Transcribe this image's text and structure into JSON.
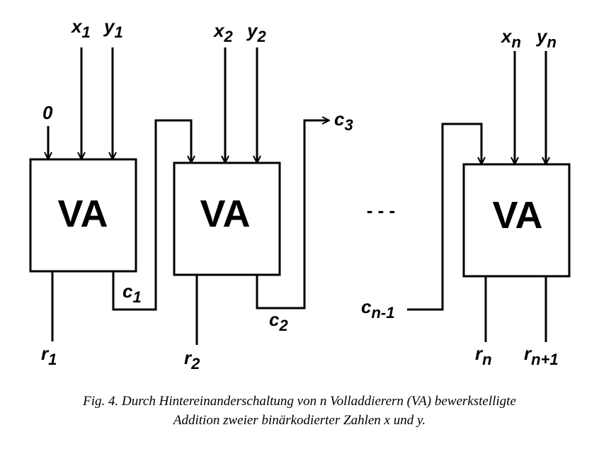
{
  "diagram": {
    "adders": [
      {
        "label": "VA",
        "x": "x",
        "x_sub": "1",
        "y": "y",
        "y_sub": "1",
        "r": "r",
        "r_sub": "1"
      },
      {
        "label": "VA",
        "x": "x",
        "x_sub": "2",
        "y": "y",
        "y_sub": "2",
        "r": "r",
        "r_sub": "2"
      },
      {
        "label": "VA",
        "x": "x",
        "x_sub": "n",
        "y": "y",
        "y_sub": "n",
        "r": "r",
        "r_sub": "n",
        "r2": "r",
        "r2_sub": "n+1"
      }
    ],
    "carry_in": "0",
    "carries": [
      {
        "main": "c",
        "sub": "1"
      },
      {
        "main": "c",
        "sub": "2"
      },
      {
        "main": "c",
        "sub": "3"
      },
      {
        "main": "c",
        "sub": "n-1"
      }
    ],
    "ellipsis": "- - -"
  },
  "caption": {
    "line1": "Fig. 4. Durch Hintereinanderschaltung von n Volladdierern (VA) bewerkstelligte",
    "line2": "Addition zweier binärkodierter Zahlen x und y."
  }
}
